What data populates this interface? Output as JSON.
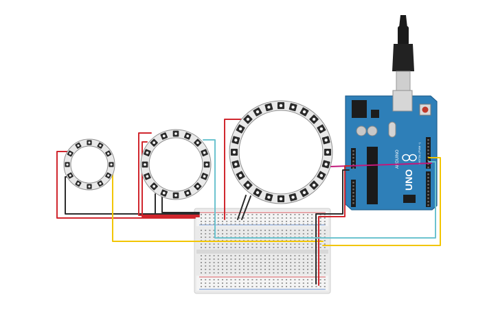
{
  "canvas": {
    "background": "#ffffff",
    "title": ""
  },
  "colors": {
    "wire_red": "#d0262d",
    "wire_black": "#2b2b2b",
    "wire_yellow": "#f2c500",
    "wire_cyan": "#6cc3cf",
    "wire_magenta": "#c2187a",
    "arduino_board": "#2e7fb8",
    "arduino_board_edge": "#1e5f8f",
    "header_black": "#1c1c1c",
    "neopixel_led": "#2a2a2a",
    "breadboard": "#ececec"
  },
  "components": {
    "ring_small": {
      "kind": "neopixel-ring",
      "led_count": 12
    },
    "ring_medium": {
      "kind": "neopixel-ring",
      "led_count": 16
    },
    "ring_large": {
      "kind": "neopixel-ring",
      "led_count": 24
    },
    "breadboard": {
      "kind": "breadboard-half"
    },
    "arduino": {
      "kind": "arduino-uno",
      "logo_text": "ARDUINO",
      "model_text": "UNO",
      "header_text": "DIGITAL (PWM ~)"
    },
    "usb_cable": {
      "kind": "usb-b-cable"
    }
  },
  "icons": [
    "usb-plug-icon",
    "reset-button-icon",
    "arduino-infinity-logo-icon"
  ]
}
